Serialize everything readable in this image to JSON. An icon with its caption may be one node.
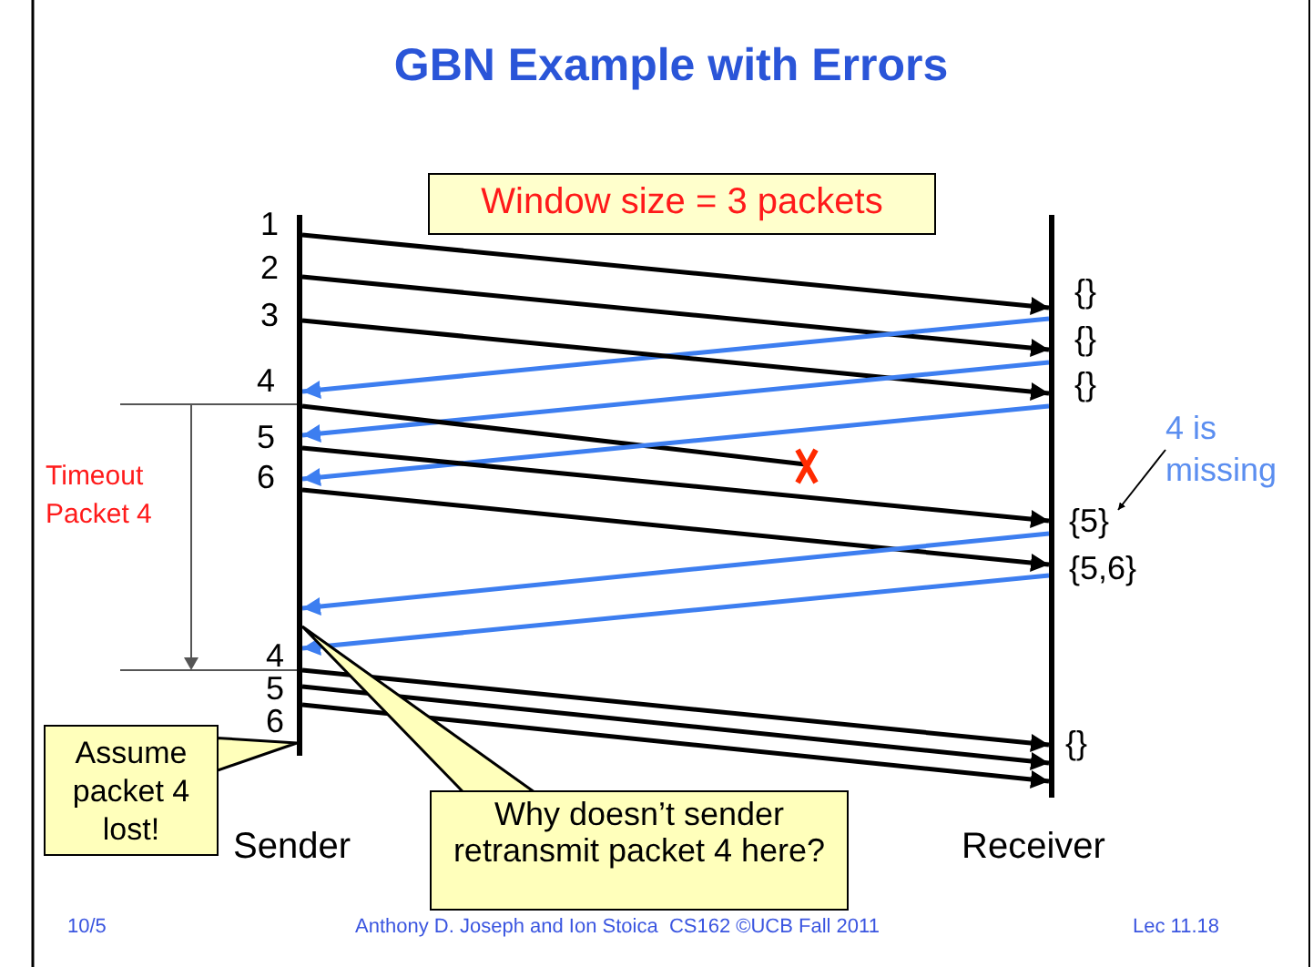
{
  "diagram": {
    "title": "GBN Example with Errors",
    "nodes": [
      {
        "text": [
          "Window size = 3 packets"
        ]
      },
      {
        "text": [
          "Sender"
        ]
      },
      {
        "text": [
          "Receiver"
        ]
      },
      {
        "text": [],
        "shape": "cross"
      },
      {
        "text": [
          "{5}"
        ]
      },
      {
        "text": [
          "4 is missing"
        ]
      },
      {
        "text": [
          "Assume packet 4 lost!"
        ]
      },
      {
        "text": [
          "Why doesn’t sender retransmit packet 4 here?"
        ]
      }
    ],
    "edges": [
      {
        "from": 1,
        "to": 2,
        "arrow": "to",
        "label": "1"
      },
      {
        "from": 1,
        "to": 2,
        "arrow": "to",
        "label": "2"
      },
      {
        "from": 2,
        "to": 1,
        "arrow": "to",
        "color": "#3d7ef0"
      },
      {
        "from": 1,
        "to": 2,
        "arrow": "to",
        "label": "3"
      },
      {
        "from": 2,
        "to": 1,
        "arrow": "to",
        "color": "#3d7ef0"
      },
      {
        "from": 1,
        "to": 3,
        "arrow": "none",
        "label": "4"
      },
      {
        "from": 2,
        "to": 1,
        "arrow": "to",
        "color": "#3d7ef0"
      },
      {
        "from": 1,
        "to": 2,
        "arrow": "to",
        "label": "5"
      },
      {
        "from": 1,
        "to": 2,
        "arrow": "to",
        "label": "6"
      },
      {
        "from": 2,
        "to": 1,
        "arrow": "to",
        "color": "#3d7ef0"
      },
      {
        "from": 2,
        "to": 1,
        "arrow": "to",
        "color": "#3d7ef0"
      },
      {
        "from": 1,
        "to": 2,
        "arrow": "to",
        "label": "4"
      },
      {
        "from": 1,
        "to": 2,
        "arrow": "to",
        "label": "5"
      },
      {
        "from": 1,
        "to": 2,
        "arrow": "to",
        "label": "6"
      },
      {
        "from": 5,
        "to": 4,
        "arrow": "to"
      },
      {
        "from": 6,
        "to": 1,
        "arrow": "none"
      },
      {
        "from": 7,
        "to": 1,
        "arrow": "none"
      }
    ],
    "labels": [
      "{}",
      "{}",
      "{}",
      "{5,6}",
      "{}",
      "Timeout Packet 4",
      "10/5",
      "Anthony D. Joseph and Ion Stoica  CS162 ©UCB Fall 2011",
      "Lec 11.18"
    ]
  }
}
